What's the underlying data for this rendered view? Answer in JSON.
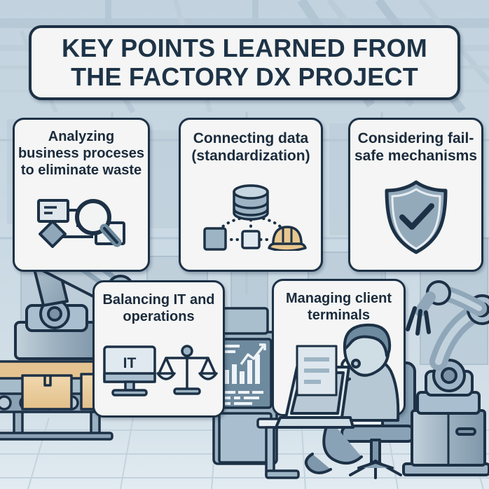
{
  "poster": {
    "title": "KEY POINTS LEARNED FROM THE FACTORY DX PROJECT",
    "scene_description": "Factory floor illustration with robotic arms, conveyor belt, dashboard kiosk and a worker at a laptop",
    "colors": {
      "background": "#c9d8e2",
      "card_fill": "#f4f5f4",
      "outline": "#1d3146",
      "title_text": "#1e3347",
      "body_text": "#1b2b3c",
      "steel_light": "#aebfcb",
      "steel_mid": "#8ba2b4",
      "steel_dark": "#6e8a9e",
      "accent_tan": "#e8c78f"
    }
  },
  "cards": [
    {
      "id": "analyzing-business-processes",
      "text": "Analyzing business proceses to eliminate waste",
      "icon": "flowchart-magnifier-icon"
    },
    {
      "id": "connecting-data",
      "text": "Connecting data (standardization)",
      "icon": "database-network-hardhat-icon"
    },
    {
      "id": "fail-safe-mechanisms",
      "text": "Considering fail-safe mechanisms",
      "icon": "shield-check-icon"
    },
    {
      "id": "balancing-it-and-operations",
      "text": "Balancing IT and operations",
      "icon": "monitor-scales-icon"
    },
    {
      "id": "managing-client-terminals",
      "text": "Managing client terminals",
      "icon": "person-laptop-icon"
    }
  ],
  "icon_labels": {
    "monitor_screen": "IT"
  },
  "scene_items": [
    {
      "name": "robot-arm-left",
      "label": "Robotic arm with gripper"
    },
    {
      "name": "conveyor-belt",
      "label": "Conveyor belt with cardboard boxes"
    },
    {
      "name": "cardboard-box",
      "label": "Cardboard box"
    },
    {
      "name": "dashboard-kiosk",
      "label": "Dashboard kiosk with bar chart and trend line"
    },
    {
      "name": "worker-at-laptop",
      "label": "Seated worker using a laptop"
    },
    {
      "name": "office-chair",
      "label": "Office chair"
    },
    {
      "name": "robot-arm-right",
      "label": "Robotic arm on pedestal base"
    },
    {
      "name": "ceiling-trusses",
      "label": "Factory ceiling trusses"
    },
    {
      "name": "factory-floor",
      "label": "Tiled factory floor"
    }
  ]
}
